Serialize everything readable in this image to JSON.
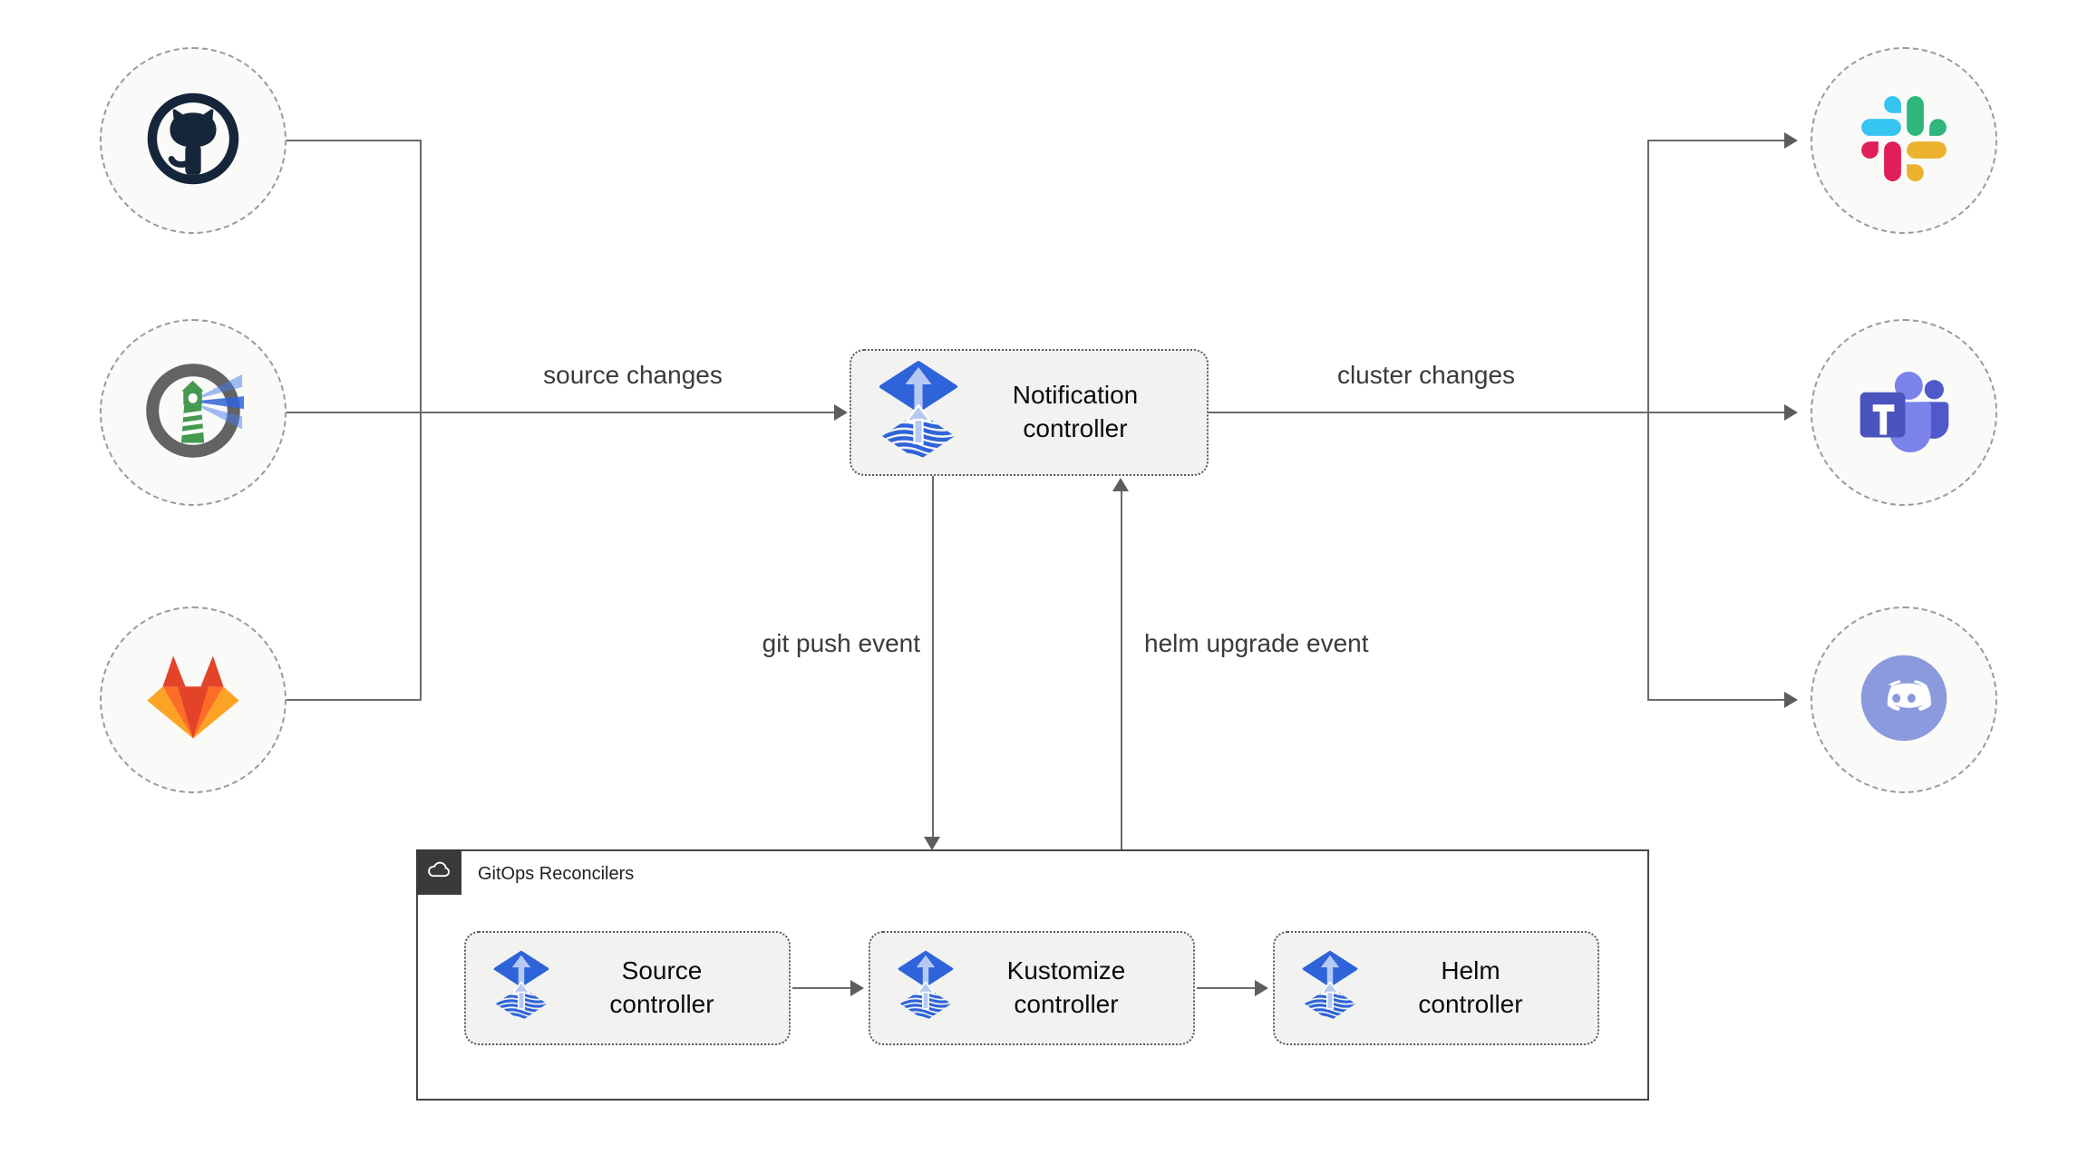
{
  "nodes": {
    "notification": {
      "label": "Notification controller",
      "icon": "flux-icon"
    },
    "source": {
      "label": "Source controller",
      "icon": "flux-icon"
    },
    "kustomize": {
      "label": "Kustomize controller",
      "icon": "flux-icon"
    },
    "helm": {
      "label": "Helm controller",
      "icon": "flux-icon"
    }
  },
  "group": {
    "label": "GitOps Reconcilers",
    "icon": "cloud-icon"
  },
  "edges": {
    "source_changes": "source changes",
    "cluster_changes": "cluster changes",
    "git_push_event": "git push event",
    "helm_upgrade_event": "helm upgrade event"
  },
  "providers": {
    "sources": [
      {
        "icon": "github-icon"
      },
      {
        "icon": "harbor-icon"
      },
      {
        "icon": "gitlab-icon"
      }
    ],
    "notifiers": [
      {
        "icon": "slack-icon"
      },
      {
        "icon": "microsoft-teams-icon"
      },
      {
        "icon": "discord-icon"
      }
    ]
  },
  "colors": {
    "flux_blue": "#2e63d9",
    "flux_arrow_light": "#b6c9f3",
    "line_gray": "#6a6a6a",
    "node_fill": "#f2f3f1",
    "node_border": "#5a5a5a",
    "circle_fill": "#fafaf8",
    "circle_border": "#9b9b9b",
    "group_border": "#474747",
    "badge_bg": "#3a3a3a",
    "edge_label_text": "#3a3a3a",
    "github_navy": "#16263a",
    "harbor_green": "#449a50",
    "gitlab_red": "#e24329",
    "gitlab_orange": "#fc6d26",
    "gitlab_yellow": "#fca326",
    "slack_blue": "#36c5f0",
    "slack_green": "#2eb67d",
    "slack_yellow": "#ecb22e",
    "slack_red": "#e01e5a",
    "teams_purple": "#4b53bc",
    "discord_blurple": "#8b9add"
  }
}
